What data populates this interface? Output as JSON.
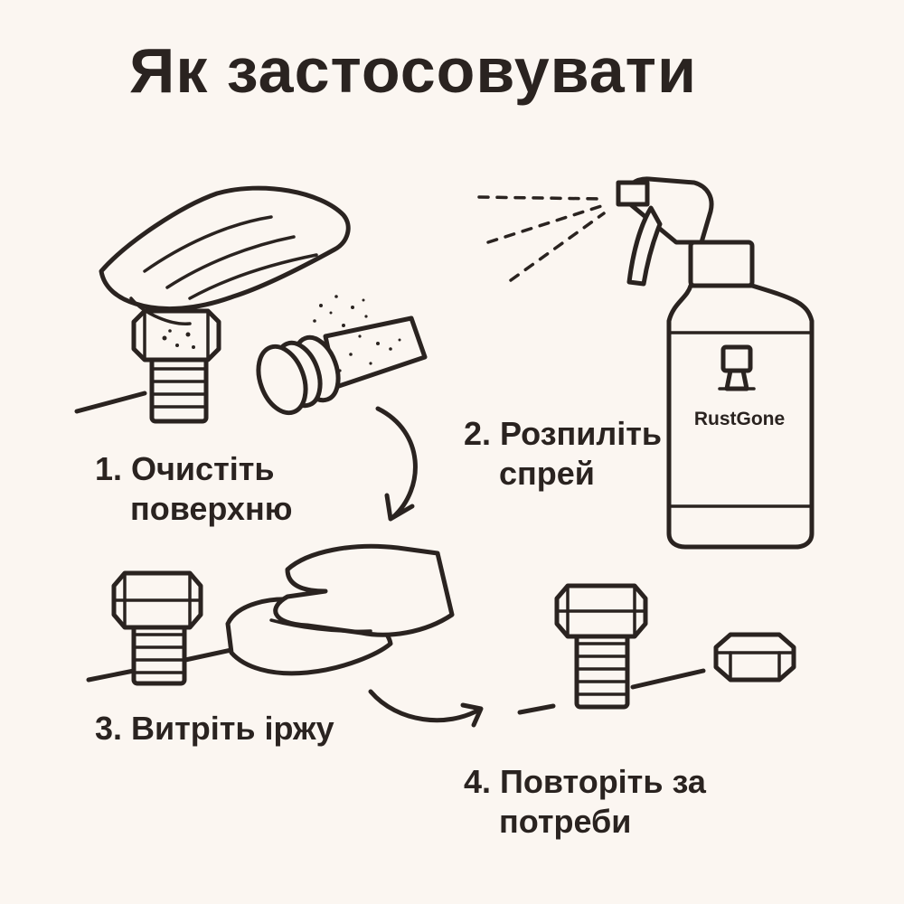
{
  "title": "Як застосовувати",
  "steps": [
    {
      "line1": "1. Очистіть",
      "line2": "поверхню"
    },
    {
      "line1": "2. Розпиліть",
      "line2": "спрей"
    },
    {
      "line1": "3. Витріть іржу",
      "line2": ""
    },
    {
      "line1": "4. Повторіть за",
      "line2": "потреби"
    }
  ],
  "bottle": {
    "brand_label": "RustGone"
  },
  "colors": {
    "background": "#FBF6F1",
    "ink": "#2a2320"
  }
}
